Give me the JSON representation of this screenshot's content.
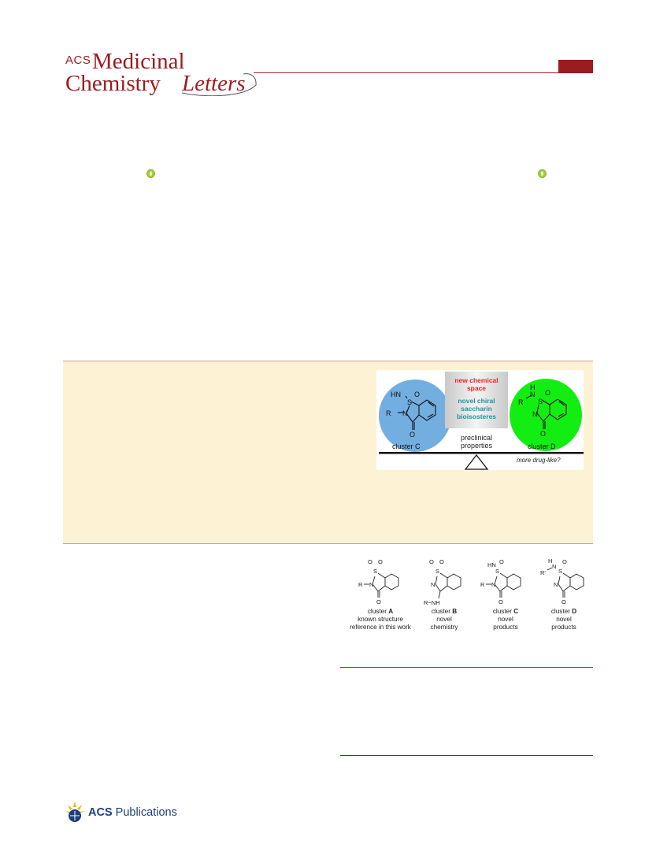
{
  "journal": {
    "acs": "ACS",
    "medicinal": "Medicinal",
    "chemistry": "Chemistry",
    "letters": "Letters"
  },
  "toc_graphic": {
    "box_line1": "new chemical",
    "box_line2": "space",
    "box_line3": "novel chiral",
    "box_line4": "saccharin",
    "box_line5": "bioisosteres",
    "center_label1": "preclinical",
    "center_label2": "properties",
    "left_label": "cluster C",
    "right_label": "cluster D",
    "balance_note": "more drug-like?",
    "colors": {
      "left_circle": "#73aee0",
      "right_circle": "#12ee12",
      "box_red": "#ee2222",
      "box_teal": "#2a8f9c"
    },
    "left_struct": {
      "hn": "HN",
      "o1": "O",
      "s": "S",
      "n": "N",
      "r": "R",
      "o2": "O"
    },
    "right_struct": {
      "h": "H",
      "n1": "N",
      "o1": "O",
      "s": "S",
      "r": "R",
      "n2": "N",
      "o2": "O"
    }
  },
  "clusters": [
    {
      "letter": "A",
      "line1": "cluster",
      "line2": "known structure",
      "line3": "reference in this work"
    },
    {
      "letter": "B",
      "line1": "cluster",
      "line2": "novel",
      "line3": "chemistry"
    },
    {
      "letter": "C",
      "line1": "cluster",
      "line2": "novel",
      "line3": "products"
    },
    {
      "letter": "D",
      "line1": "cluster",
      "line2": "novel",
      "line3": "products"
    }
  ],
  "cluster_struct_labels": {
    "a": {
      "o1": "O",
      "o2": "O",
      "s": "S",
      "n": "N",
      "r": "R",
      "o3": "O"
    },
    "b": {
      "o1": "O",
      "o2": "O",
      "s": "S",
      "n": "N",
      "rnh": "R−NH"
    },
    "c": {
      "hn": "HN",
      "o1": "O",
      "s": "S",
      "n": "N",
      "r": "R",
      "o2": "O"
    },
    "d": {
      "h": "H",
      "n1": "N",
      "o1": "O",
      "s": "S",
      "r": "R'",
      "n2": "N",
      "o2": "O"
    }
  },
  "publisher": {
    "acs": "ACS",
    "publications": "Publications"
  }
}
